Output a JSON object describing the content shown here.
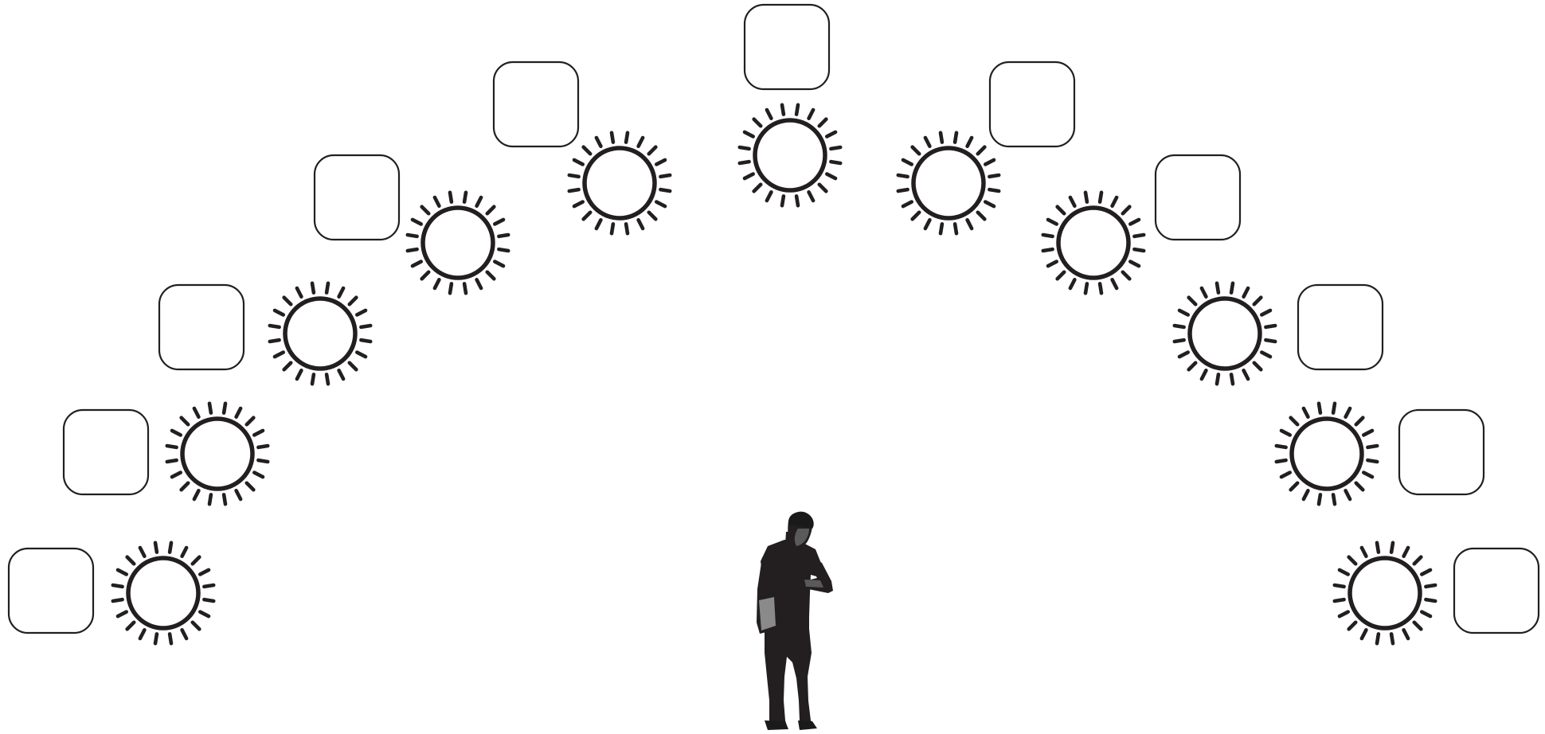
{
  "scene": {
    "background_color": "#ffffff",
    "stroke_color": "#231f20",
    "pairs": [
      {
        "id": "left-1",
        "side": "left",
        "label_box_icon": "rounded-square-outline",
        "light_icon": "sun-icon"
      },
      {
        "id": "left-2",
        "side": "left",
        "label_box_icon": "rounded-square-outline",
        "light_icon": "sun-icon"
      },
      {
        "id": "left-3",
        "side": "left",
        "label_box_icon": "rounded-square-outline",
        "light_icon": "sun-icon"
      },
      {
        "id": "left-4",
        "side": "left",
        "label_box_icon": "rounded-square-outline",
        "light_icon": "sun-icon"
      },
      {
        "id": "left-5",
        "side": "left",
        "label_box_icon": "rounded-square-outline",
        "light_icon": "sun-icon"
      },
      {
        "id": "center",
        "side": "center",
        "label_box_icon": "rounded-square-outline",
        "light_icon": "sun-icon"
      },
      {
        "id": "right-5",
        "side": "right",
        "label_box_icon": "rounded-square-outline",
        "light_icon": "sun-icon"
      },
      {
        "id": "right-4",
        "side": "right",
        "label_box_icon": "rounded-square-outline",
        "light_icon": "sun-icon"
      },
      {
        "id": "right-3",
        "side": "right",
        "label_box_icon": "rounded-square-outline",
        "light_icon": "sun-icon"
      },
      {
        "id": "right-2",
        "side": "right",
        "label_box_icon": "rounded-square-outline",
        "light_icon": "sun-icon"
      },
      {
        "id": "right-1",
        "side": "right",
        "label_box_icon": "rounded-square-outline",
        "light_icon": "sun-icon"
      }
    ],
    "figure": {
      "icon": "person-silhouette-icon",
      "colors": {
        "body": "#231f20",
        "highlight": "#5a5a5a",
        "accent": "#8a8a8a"
      }
    }
  }
}
